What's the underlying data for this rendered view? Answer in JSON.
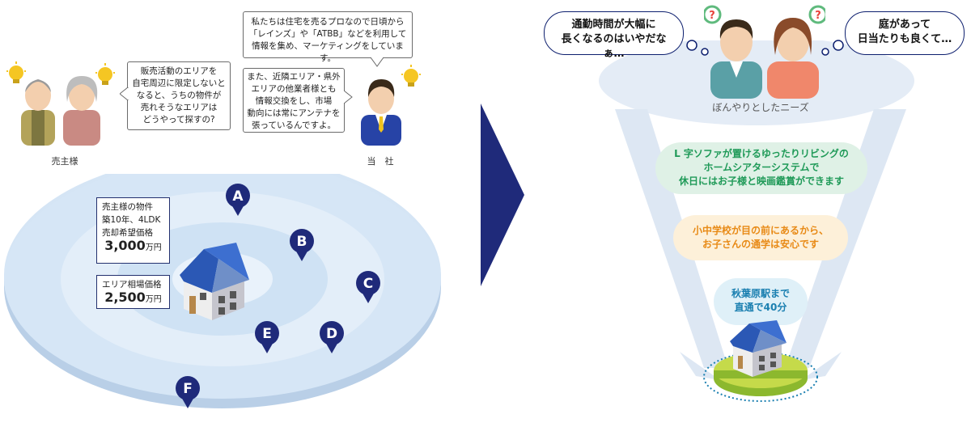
{
  "left": {
    "seller_bubble": [
      "販売活動のエリアを",
      "自宅周辺に限定しないと",
      "なると、うちの物件が",
      "売れそうなエリアは",
      "どうやって探すの?"
    ],
    "agent_bubble_top": [
      "私たちは住宅を売るプロなので日頃から",
      "「レインズ」や「ATBB」などを利用して",
      "情報を集め、マーケティングをしています。"
    ],
    "agent_bubble_bottom": [
      "また、近隣エリア・県外",
      "エリアの他業者様とも",
      "情報交換をし、市場",
      "動向には常にアンテナを",
      "張っているんですよ。"
    ],
    "seller_label": "売主様",
    "agent_label": "当　社",
    "property_box": {
      "title": "売主様の物件",
      "spec": "築10年、4LDK",
      "price_label": "売却希望価格",
      "price": "3,000",
      "unit": "万円"
    },
    "market_box": {
      "price_label": "エリア相場価格",
      "price": "2,500",
      "unit": "万円"
    },
    "pins": [
      "A",
      "B",
      "C",
      "D",
      "E",
      "F"
    ]
  },
  "right": {
    "thought_left": [
      "通勤時間が大幅に",
      "長くなるのはいやだなぁ…"
    ],
    "thought_right": [
      "庭があって",
      "日当たりも良くて…"
    ],
    "vague_needs_label": "ぼんやりとしたニーズ",
    "need_green": [
      "L 字ソファが置けるゆったりリビングの",
      "ホームシアターシステムで",
      "休日にはお子様と映画鑑賞ができます"
    ],
    "need_orange": [
      "小中学校が目の前にあるから、",
      "お子さんの通学は安心です"
    ],
    "need_blue": [
      "秋葉原駅まで",
      "直通で40分"
    ],
    "question_mark": "?"
  },
  "colors": {
    "navy": "#1f2a7a",
    "ring_outer": "#cfe1f3",
    "ring_inner": "#eaf3fb",
    "funnel": "#e3ebf6",
    "green_text": "#1f9a58",
    "orange_text": "#e88a16",
    "blue_text": "#1a7fb0"
  }
}
